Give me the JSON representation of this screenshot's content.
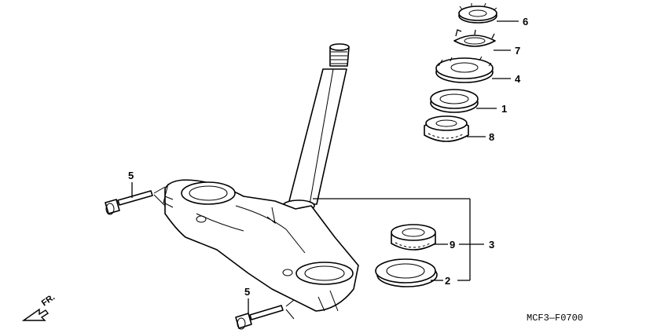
{
  "callouts": {
    "c6": "6",
    "c7": "7",
    "c4": "4",
    "c1": "1",
    "c8": "8",
    "c5_top": "5",
    "c5_bottom": "5",
    "c9": "9",
    "c3": "3",
    "c2": "2"
  },
  "direction_label": "FR.",
  "diagram_code": "MCF3—F0700"
}
